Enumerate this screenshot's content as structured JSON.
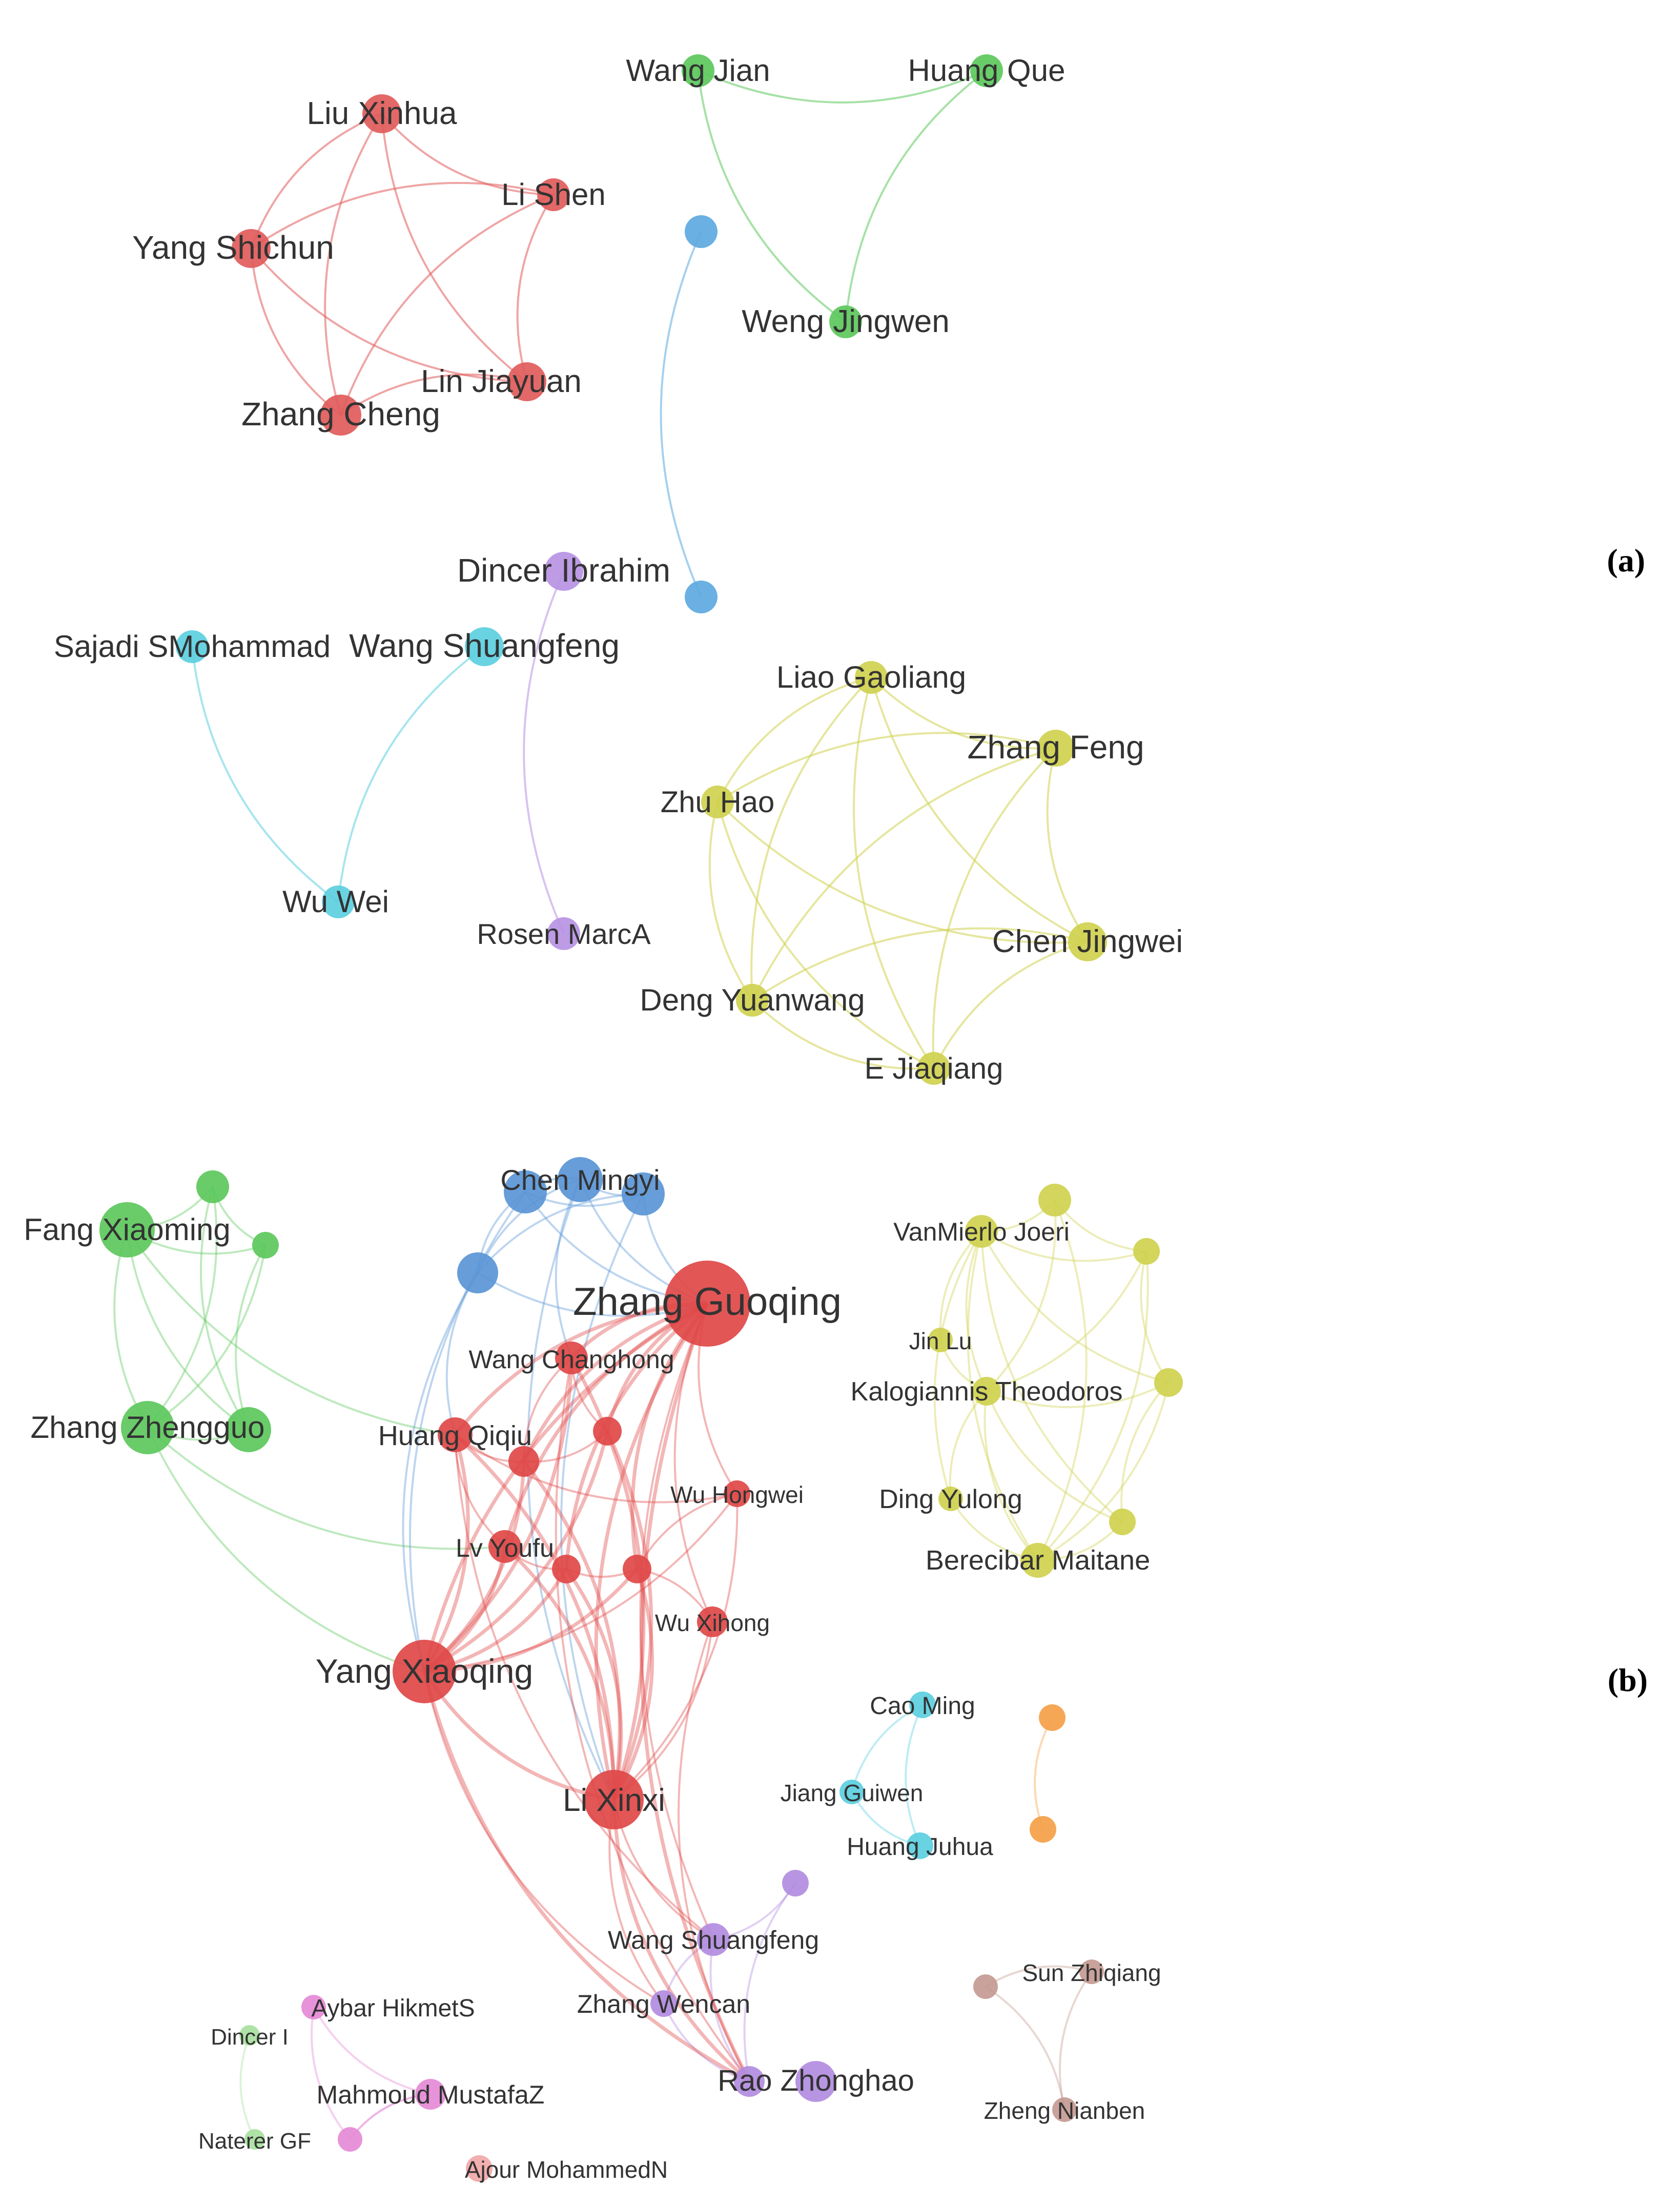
{
  "panels": [
    {
      "label": "(a)",
      "clusters": [
        {
          "color": "#e15b5b",
          "nodes": [
            {
              "id": "a_lx",
              "label": "Liu Xinhua"
            },
            {
              "id": "a_ls",
              "label": "Li Shen"
            },
            {
              "id": "a_ys",
              "label": "Yang Shichun"
            },
            {
              "id": "a_lj",
              "label": "Lin Jiayuan"
            },
            {
              "id": "a_zc",
              "label": "Zhang Cheng"
            }
          ]
        },
        {
          "color": "#5cc85c",
          "nodes": [
            {
              "id": "a_wj",
              "label": "Wang Jian"
            },
            {
              "id": "a_hq",
              "label": "Huang Que"
            },
            {
              "id": "a_wjw",
              "label": "Weng Jingwen"
            }
          ]
        },
        {
          "color": "#5da9e0",
          "nodes": [
            {
              "id": "a_b1",
              "label": ""
            },
            {
              "id": "a_b2",
              "label": ""
            }
          ]
        },
        {
          "color": "#b792e3",
          "nodes": [
            {
              "id": "a_di",
              "label": "Dincer Ibrahim"
            },
            {
              "id": "a_rm",
              "label": "Rosen MarcA"
            }
          ]
        },
        {
          "color": "#5ccfe0",
          "nodes": [
            {
              "id": "a_ss",
              "label": "Sajadi SMohammad"
            },
            {
              "id": "a_wsf",
              "label": "Wang Shuangfeng"
            },
            {
              "id": "a_ww",
              "label": "Wu Wei"
            }
          ]
        },
        {
          "color": "#cfd14f",
          "nodes": [
            {
              "id": "a_lg",
              "label": "Liao Gaoliang"
            },
            {
              "id": "a_zf",
              "label": "Zhang Feng"
            },
            {
              "id": "a_zh",
              "label": "Zhu Hao"
            },
            {
              "id": "a_cj",
              "label": "Chen Jingwei"
            },
            {
              "id": "a_dy",
              "label": "Deng Yuanwang"
            },
            {
              "id": "a_ej",
              "label": "E Jiaqiang"
            }
          ]
        }
      ]
    },
    {
      "label": "(b)",
      "clusters": [
        {
          "color": "#5cc85c",
          "nodes": [
            {
              "id": "b_fx",
              "label": "Fang Xiaoming"
            },
            {
              "id": "b_zz",
              "label": "Zhang Zhengguo"
            },
            {
              "id": "b_g1",
              "label": ""
            },
            {
              "id": "b_g2",
              "label": ""
            },
            {
              "id": "b_g3",
              "label": ""
            }
          ]
        },
        {
          "color": "#5a95d6",
          "nodes": [
            {
              "id": "b_cm",
              "label": "Chen Mingyi"
            },
            {
              "id": "b_bl1",
              "label": ""
            },
            {
              "id": "b_bl2",
              "label": ""
            },
            {
              "id": "b_bl3",
              "label": ""
            }
          ]
        },
        {
          "color": "#e04848",
          "nodes": [
            {
              "id": "b_zg",
              "label": "Zhang Guoqing"
            },
            {
              "id": "b_wc",
              "label": "Wang Changhong"
            },
            {
              "id": "b_hq",
              "label": "Huang Qiqiu"
            },
            {
              "id": "b_wh",
              "label": "Wu Hongwei"
            },
            {
              "id": "b_ly",
              "label": "Lv Youfu"
            },
            {
              "id": "b_wx",
              "label": "Wu Xihong"
            },
            {
              "id": "b_yx",
              "label": "Yang Xiaoqing"
            },
            {
              "id": "b_lx",
              "label": "Li Xinxi"
            },
            {
              "id": "b_r1",
              "label": ""
            },
            {
              "id": "b_r2",
              "label": ""
            },
            {
              "id": "b_r3",
              "label": ""
            },
            {
              "id": "b_r4",
              "label": ""
            }
          ]
        },
        {
          "color": "#cfd14f",
          "nodes": [
            {
              "id": "b_vj",
              "label": "VanMierlo Joeri"
            },
            {
              "id": "b_jl",
              "label": "Jin Lu"
            },
            {
              "id": "b_kt",
              "label": "Kalogiannis Theodoros"
            },
            {
              "id": "b_dy",
              "label": "Ding Yulong"
            },
            {
              "id": "b_bm",
              "label": "Berecibar Maitane"
            },
            {
              "id": "b_y1",
              "label": ""
            },
            {
              "id": "b_y2",
              "label": ""
            },
            {
              "id": "b_y3",
              "label": ""
            },
            {
              "id": "b_y4",
              "label": ""
            }
          ]
        },
        {
          "color": "#5ccfe0",
          "nodes": [
            {
              "id": "b_cmg",
              "label": "Cao Ming"
            },
            {
              "id": "b_jg",
              "label": "Jiang Guiwen"
            },
            {
              "id": "b_hj",
              "label": "Huang Juhua"
            }
          ]
        },
        {
          "color": "#f5a048",
          "nodes": [
            {
              "id": "b_o1",
              "label": ""
            },
            {
              "id": "b_o2",
              "label": ""
            }
          ]
        },
        {
          "color": "#b28ce0",
          "nodes": [
            {
              "id": "b_wsf",
              "label": "Wang Shuangfeng"
            },
            {
              "id": "b_zw",
              "label": "Zhang Wencan"
            },
            {
              "id": "b_rz",
              "label": "Rao Zhonghao"
            },
            {
              "id": "b_p1",
              "label": ""
            }
          ]
        },
        {
          "color": "#c49a92",
          "nodes": [
            {
              "id": "b_sz",
              "label": "Sun Zhiqiang"
            },
            {
              "id": "b_zn",
              "label": "Zheng Nianben"
            },
            {
              "id": "b_br1",
              "label": ""
            }
          ]
        },
        {
          "color": "#e58ad6",
          "nodes": [
            {
              "id": "b_ah",
              "label": "Aybar HikmetS"
            },
            {
              "id": "b_mm",
              "label": "Mahmoud MustafaZ"
            },
            {
              "id": "b_pk1",
              "label": ""
            }
          ]
        },
        {
          "color": "#a8e0a0",
          "nodes": [
            {
              "id": "b_di",
              "label": "Dincer I"
            },
            {
              "id": "b_ng",
              "label": "Naterer GF"
            }
          ]
        },
        {
          "color": "#f0a8a8",
          "nodes": [
            {
              "id": "b_am",
              "label": "Ajour MohammedN"
            }
          ]
        }
      ]
    }
  ],
  "edges": [
    [
      "a_lx",
      "a_ls"
    ],
    [
      "a_lx",
      "a_ys"
    ],
    [
      "a_lx",
      "a_lj"
    ],
    [
      "a_lx",
      "a_zc"
    ],
    [
      "a_ls",
      "a_ys"
    ],
    [
      "a_ls",
      "a_lj"
    ],
    [
      "a_ls",
      "a_zc"
    ],
    [
      "a_ys",
      "a_lj"
    ],
    [
      "a_ys",
      "a_zc"
    ],
    [
      "a_lj",
      "a_zc"
    ],
    [
      "a_wj",
      "a_hq"
    ],
    [
      "a_wj",
      "a_wjw"
    ],
    [
      "a_hq",
      "a_wjw"
    ],
    [
      "a_b1",
      "a_b2"
    ],
    [
      "a_di",
      "a_rm"
    ],
    [
      "a_ss",
      "a_ww"
    ],
    [
      "a_wsf",
      "a_ww"
    ],
    [
      "a_lg",
      "a_zf"
    ],
    [
      "a_lg",
      "a_zh"
    ],
    [
      "a_lg",
      "a_cj"
    ],
    [
      "a_lg",
      "a_dy"
    ],
    [
      "a_lg",
      "a_ej"
    ],
    [
      "a_zf",
      "a_zh"
    ],
    [
      "a_zf",
      "a_cj"
    ],
    [
      "a_zf",
      "a_dy"
    ],
    [
      "a_zf",
      "a_ej"
    ],
    [
      "a_zh",
      "a_cj"
    ],
    [
      "a_zh",
      "a_dy"
    ],
    [
      "a_zh",
      "a_ej"
    ],
    [
      "a_cj",
      "a_dy"
    ],
    [
      "a_cj",
      "a_ej"
    ],
    [
      "a_dy",
      "a_ej"
    ],
    [
      "b_fx",
      "b_zz"
    ],
    [
      "b_fx",
      "b_g1"
    ],
    [
      "b_fx",
      "b_g2"
    ],
    [
      "b_fx",
      "b_g3"
    ],
    [
      "b_zz",
      "b_g1"
    ],
    [
      "b_zz",
      "b_g2"
    ],
    [
      "b_zz",
      "b_g3"
    ],
    [
      "b_g1",
      "b_g2"
    ],
    [
      "b_g2",
      "b_g3"
    ],
    [
      "b_g1",
      "b_g3"
    ],
    [
      "b_fx",
      "b_hq"
    ],
    [
      "b_zz",
      "b_yx"
    ],
    [
      "b_zz",
      "b_ly"
    ],
    [
      "b_cm",
      "b_bl1"
    ],
    [
      "b_cm",
      "b_bl2"
    ],
    [
      "b_cm",
      "b_bl3"
    ],
    [
      "b_bl1",
      "b_bl2"
    ],
    [
      "b_bl1",
      "b_bl3"
    ],
    [
      "b_bl2",
      "b_bl3"
    ],
    [
      "b_cm",
      "b_zg"
    ],
    [
      "b_bl1",
      "b_zg"
    ],
    [
      "b_bl2",
      "b_zg"
    ],
    [
      "b_bl3",
      "b_zg"
    ],
    [
      "b_cm",
      "b_wc"
    ],
    [
      "b_bl3",
      "b_hq"
    ],
    [
      "b_bl1",
      "b_yx"
    ],
    [
      "b_bl3",
      "b_yx"
    ],
    [
      "b_cm",
      "b_lx"
    ],
    [
      "b_bl2",
      "b_lx"
    ],
    [
      "b_zg",
      "b_wc"
    ],
    [
      "b_zg",
      "b_hq"
    ],
    [
      "b_zg",
      "b_wh"
    ],
    [
      "b_zg",
      "b_ly"
    ],
    [
      "b_zg",
      "b_wx"
    ],
    [
      "b_zg",
      "b_yx"
    ],
    [
      "b_zg",
      "b_lx"
    ],
    [
      "b_zg",
      "b_r1"
    ],
    [
      "b_zg",
      "b_r2"
    ],
    [
      "b_zg",
      "b_r3"
    ],
    [
      "b_zg",
      "b_r4"
    ],
    [
      "b_yx",
      "b_lx"
    ],
    [
      "b_yx",
      "b_hq"
    ],
    [
      "b_yx",
      "b_ly"
    ],
    [
      "b_yx",
      "b_wc"
    ],
    [
      "b_yx",
      "b_r1"
    ],
    [
      "b_yx",
      "b_r2"
    ],
    [
      "b_yx",
      "b_r3"
    ],
    [
      "b_yx",
      "b_r4"
    ],
    [
      "b_yx",
      "b_wh"
    ],
    [
      "b_lx",
      "b_hq"
    ],
    [
      "b_lx",
      "b_ly"
    ],
    [
      "b_lx",
      "b_wc"
    ],
    [
      "b_lx",
      "b_wx"
    ],
    [
      "b_lx",
      "b_wh"
    ],
    [
      "b_lx",
      "b_r1"
    ],
    [
      "b_lx",
      "b_r2"
    ],
    [
      "b_lx",
      "b_r3"
    ],
    [
      "b_lx",
      "b_r4"
    ],
    [
      "b_hq",
      "b_r1"
    ],
    [
      "b_hq",
      "b_ly"
    ],
    [
      "b_wc",
      "b_r1"
    ],
    [
      "b_wc",
      "b_r2"
    ],
    [
      "b_r1",
      "b_r2"
    ],
    [
      "b_r3",
      "b_r4"
    ],
    [
      "b_ly",
      "b_r3"
    ],
    [
      "b_wh",
      "b_r4"
    ],
    [
      "b_wx",
      "b_r4"
    ],
    [
      "b_hq",
      "b_wh"
    ],
    [
      "b_vj",
      "b_jl"
    ],
    [
      "b_vj",
      "b_kt"
    ],
    [
      "b_vj",
      "b_dy"
    ],
    [
      "b_vj",
      "b_bm"
    ],
    [
      "b_vj",
      "b_y1"
    ],
    [
      "b_vj",
      "b_y2"
    ],
    [
      "b_vj",
      "b_y3"
    ],
    [
      "b_vj",
      "b_y4"
    ],
    [
      "b_kt",
      "b_bm"
    ],
    [
      "b_kt",
      "b_dy"
    ],
    [
      "b_kt",
      "b_y1"
    ],
    [
      "b_kt",
      "b_y2"
    ],
    [
      "b_kt",
      "b_y3"
    ],
    [
      "b_kt",
      "b_y4"
    ],
    [
      "b_bm",
      "b_y1"
    ],
    [
      "b_bm",
      "b_y2"
    ],
    [
      "b_bm",
      "b_y3"
    ],
    [
      "b_bm",
      "b_y4"
    ],
    [
      "b_y1",
      "b_y2"
    ],
    [
      "b_y2",
      "b_y3"
    ],
    [
      "b_y3",
      "b_y4"
    ],
    [
      "b_jl",
      "b_kt"
    ],
    [
      "b_dy",
      "b_bm"
    ],
    [
      "b_cmg",
      "b_jg"
    ],
    [
      "b_cmg",
      "b_hj"
    ],
    [
      "b_jg",
      "b_hj"
    ],
    [
      "b_o1",
      "b_o2"
    ],
    [
      "b_wsf",
      "b_rz"
    ],
    [
      "b_zw",
      "b_rz"
    ],
    [
      "b_p1",
      "b_rz"
    ],
    [
      "b_wsf",
      "b_zw"
    ],
    [
      "b_wsf",
      "b_p1"
    ],
    [
      "b_lx",
      "b_rz"
    ],
    [
      "b_lx",
      "b_wsf"
    ],
    [
      "b_lx",
      "b_zw"
    ],
    [
      "b_zg",
      "b_rz"
    ],
    [
      "b_zg",
      "b_wsf"
    ],
    [
      "b_yx",
      "b_rz"
    ],
    [
      "b_yx",
      "b_zw"
    ],
    [
      "b_wc",
      "b_rz"
    ],
    [
      "b_wx",
      "b_rz"
    ],
    [
      "b_hq",
      "b_wsf"
    ],
    [
      "b_sz",
      "b_zn"
    ],
    [
      "b_sz",
      "b_br1"
    ],
    [
      "b_zn",
      "b_br1"
    ],
    [
      "b_ah",
      "b_mm"
    ],
    [
      "b_ah",
      "b_pk1"
    ],
    [
      "b_mm",
      "b_pk1"
    ],
    [
      "b_mm",
      "b_pk1"
    ],
    [
      "b_di",
      "b_ng"
    ]
  ]
}
